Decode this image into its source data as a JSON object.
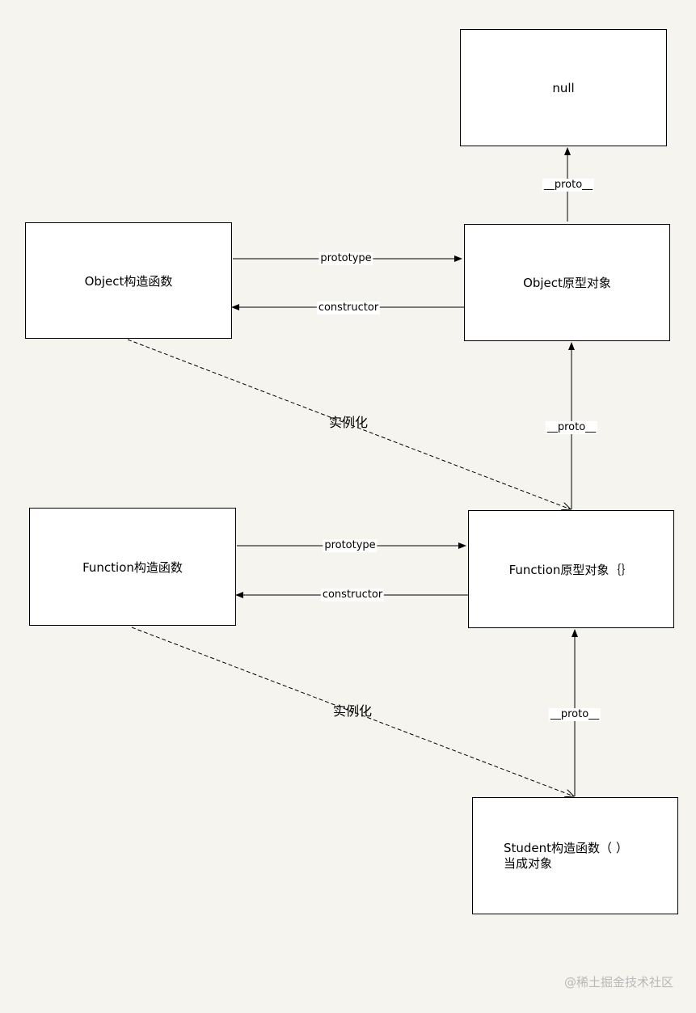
{
  "nodes": {
    "null_box": "null",
    "object_ctor": "Object构造函数",
    "object_proto": "Object原型对象",
    "function_ctor": "Function构造函数",
    "function_proto": "Function原型对象｛｝",
    "student_line1": "Student构造函数（ ）",
    "student_line2": "当成对象"
  },
  "edges": {
    "object_prototype": "prototype",
    "object_constructor": "constructor",
    "object_proto_to_null": "__proto__",
    "function_proto_to_object_proto": "__proto__",
    "object_instantiate": "实例化",
    "function_prototype": "prototype",
    "function_constructor": "constructor",
    "student_proto": "__proto__",
    "function_instantiate": "实例化"
  },
  "watermark": "@稀土掘金技术社区",
  "colors": {
    "background": "#f5f4ef",
    "box_fill": "#ffffff",
    "line": "#000000",
    "watermark": "#b9b9b9"
  }
}
